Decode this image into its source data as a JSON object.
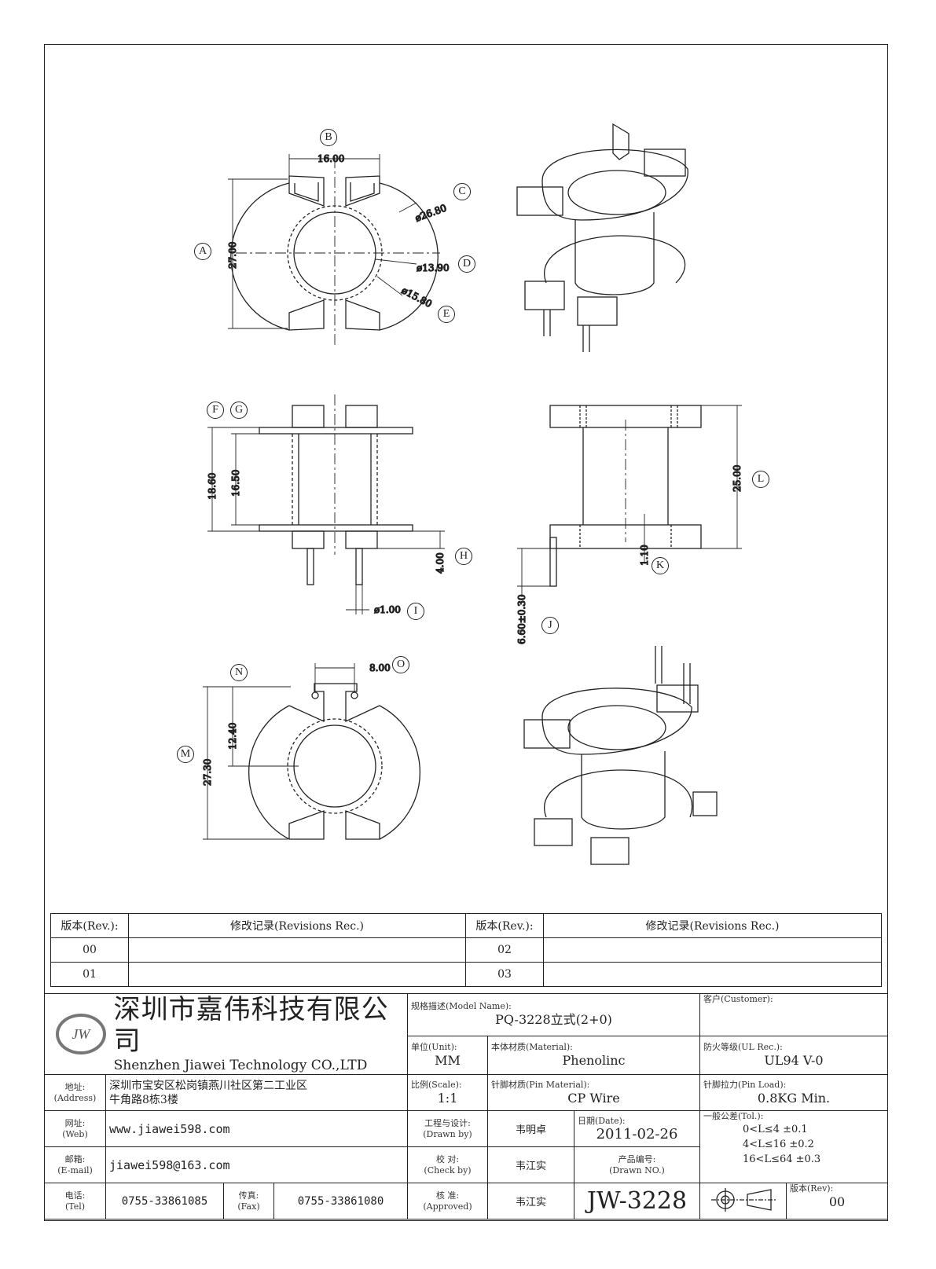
{
  "dims": {
    "A": "27.00",
    "B": "16.00",
    "C": "ø26.80",
    "D": "ø13.90",
    "E": "ø15.80",
    "F": "18.60",
    "G": "16.50",
    "H": "4.00",
    "I": "ø1.00",
    "J": "6.60±0.30",
    "K": "1.10",
    "L": "25.00",
    "M": "27.30",
    "N": "12.40",
    "O": "8.00"
  },
  "markers": [
    "A",
    "B",
    "C",
    "D",
    "E",
    "F",
    "G",
    "H",
    "I",
    "J",
    "K",
    "L",
    "M",
    "N",
    "O"
  ],
  "revisions": {
    "rev_header": "版本(Rev.):",
    "rec_header": "修改记录(Revisions Rec.)",
    "rows": [
      [
        "00",
        "02"
      ],
      [
        "01",
        "03"
      ]
    ]
  },
  "company": {
    "logo_text": "JW",
    "name_cn": "深圳市嘉伟科技有限公司",
    "name_en": "Shenzhen Jiawei Technology CO.,LTD"
  },
  "fields": {
    "model_label": "规格描述(Model Name):",
    "model": "PQ-3228立式(2+0)",
    "customer_label": "客户(Customer):",
    "unit_label": "单位(Unit):",
    "unit": "MM",
    "material_label": "本体材质(Material):",
    "material": "Phenolinc",
    "ul_label": "防火等级(UL Rec.):",
    "ul": "UL94 V-0",
    "address_label": "地址:",
    "address_label_en": "(Address)",
    "address_1": "深圳市宝安区松岗镇燕川社区第二工业区",
    "address_2": "牛角路8栋3楼",
    "scale_label": "比例(Scale):",
    "scale": "1:1",
    "pin_material_label": "针脚材质(Pin Material):",
    "pin_material": "CP Wire",
    "pin_load_label": "针脚拉力(Pin Load):",
    "pin_load": "0.8KG Min.",
    "web_label": "网址:",
    "web_label_en": "(Web)",
    "web": "www.jiawei598.com",
    "drawn_label": "工程与设计:",
    "drawn_label_en": "(Drawn by)",
    "drawn": "韦明卓",
    "date_label": "日期(Date):",
    "date": "2011-02-26",
    "tol_label": "一般公差(Tol.):",
    "tol": [
      "0<L≤4    ±0.1",
      "4<L≤16   ±0.2",
      "16<L≤64  ±0.3"
    ],
    "email_label": "邮箱:",
    "email_label_en": "(E-mail)",
    "email": "jiawei598@163.com",
    "check_label": "校   对:",
    "check_label_en": "(Check by)",
    "check": "韦江实",
    "drawno_label": "产品编号:",
    "drawno_label_en": "(Drawn NO.)",
    "tel_label": "电话:",
    "tel_label_en": "(Tel)",
    "tel": "0755-33861085",
    "fax_label": "传真:",
    "fax_label_en": "(Fax)",
    "fax": "0755-33861080",
    "approved_label": "核   准:",
    "approved_label_en": "(Approved)",
    "approved": "韦江实",
    "drawing_no": "JW-3228",
    "rev_label": "版本(Rev):",
    "rev": "00"
  }
}
